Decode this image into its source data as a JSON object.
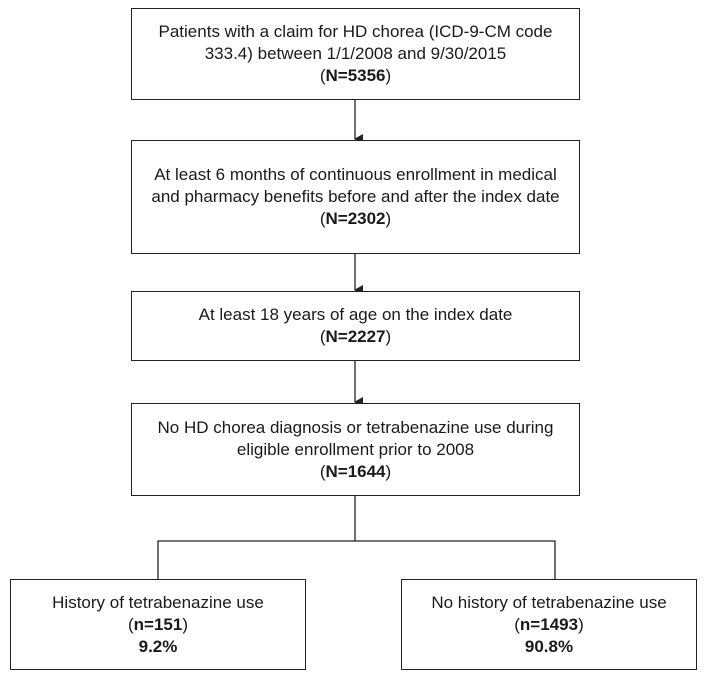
{
  "boxes": {
    "initial": {
      "text": "Patients with a claim for HD chorea (ICD-9-CM code 333.4) between 1/1/2008 and 9/30/2015",
      "count_label": "N=5356"
    },
    "enrollment": {
      "text": "At least 6 months of continuous enrollment in medical and pharmacy benefits before and after the index date",
      "count_label": "N=2302"
    },
    "age": {
      "text": "At least 18 years of age on the index date",
      "count_label": "N=2227"
    },
    "no_prior": {
      "text": "No HD chorea diagnosis or tetrabenazine use during eligible enrollment prior to 2008",
      "count_label": "N=1644"
    },
    "history": {
      "text": "History of tetrabenazine use",
      "count_label": "n=151",
      "percent": "9.2%"
    },
    "no_history": {
      "text": "No history of tetrabenazine use",
      "count_label": "n=1493",
      "percent": "90.8%"
    }
  }
}
